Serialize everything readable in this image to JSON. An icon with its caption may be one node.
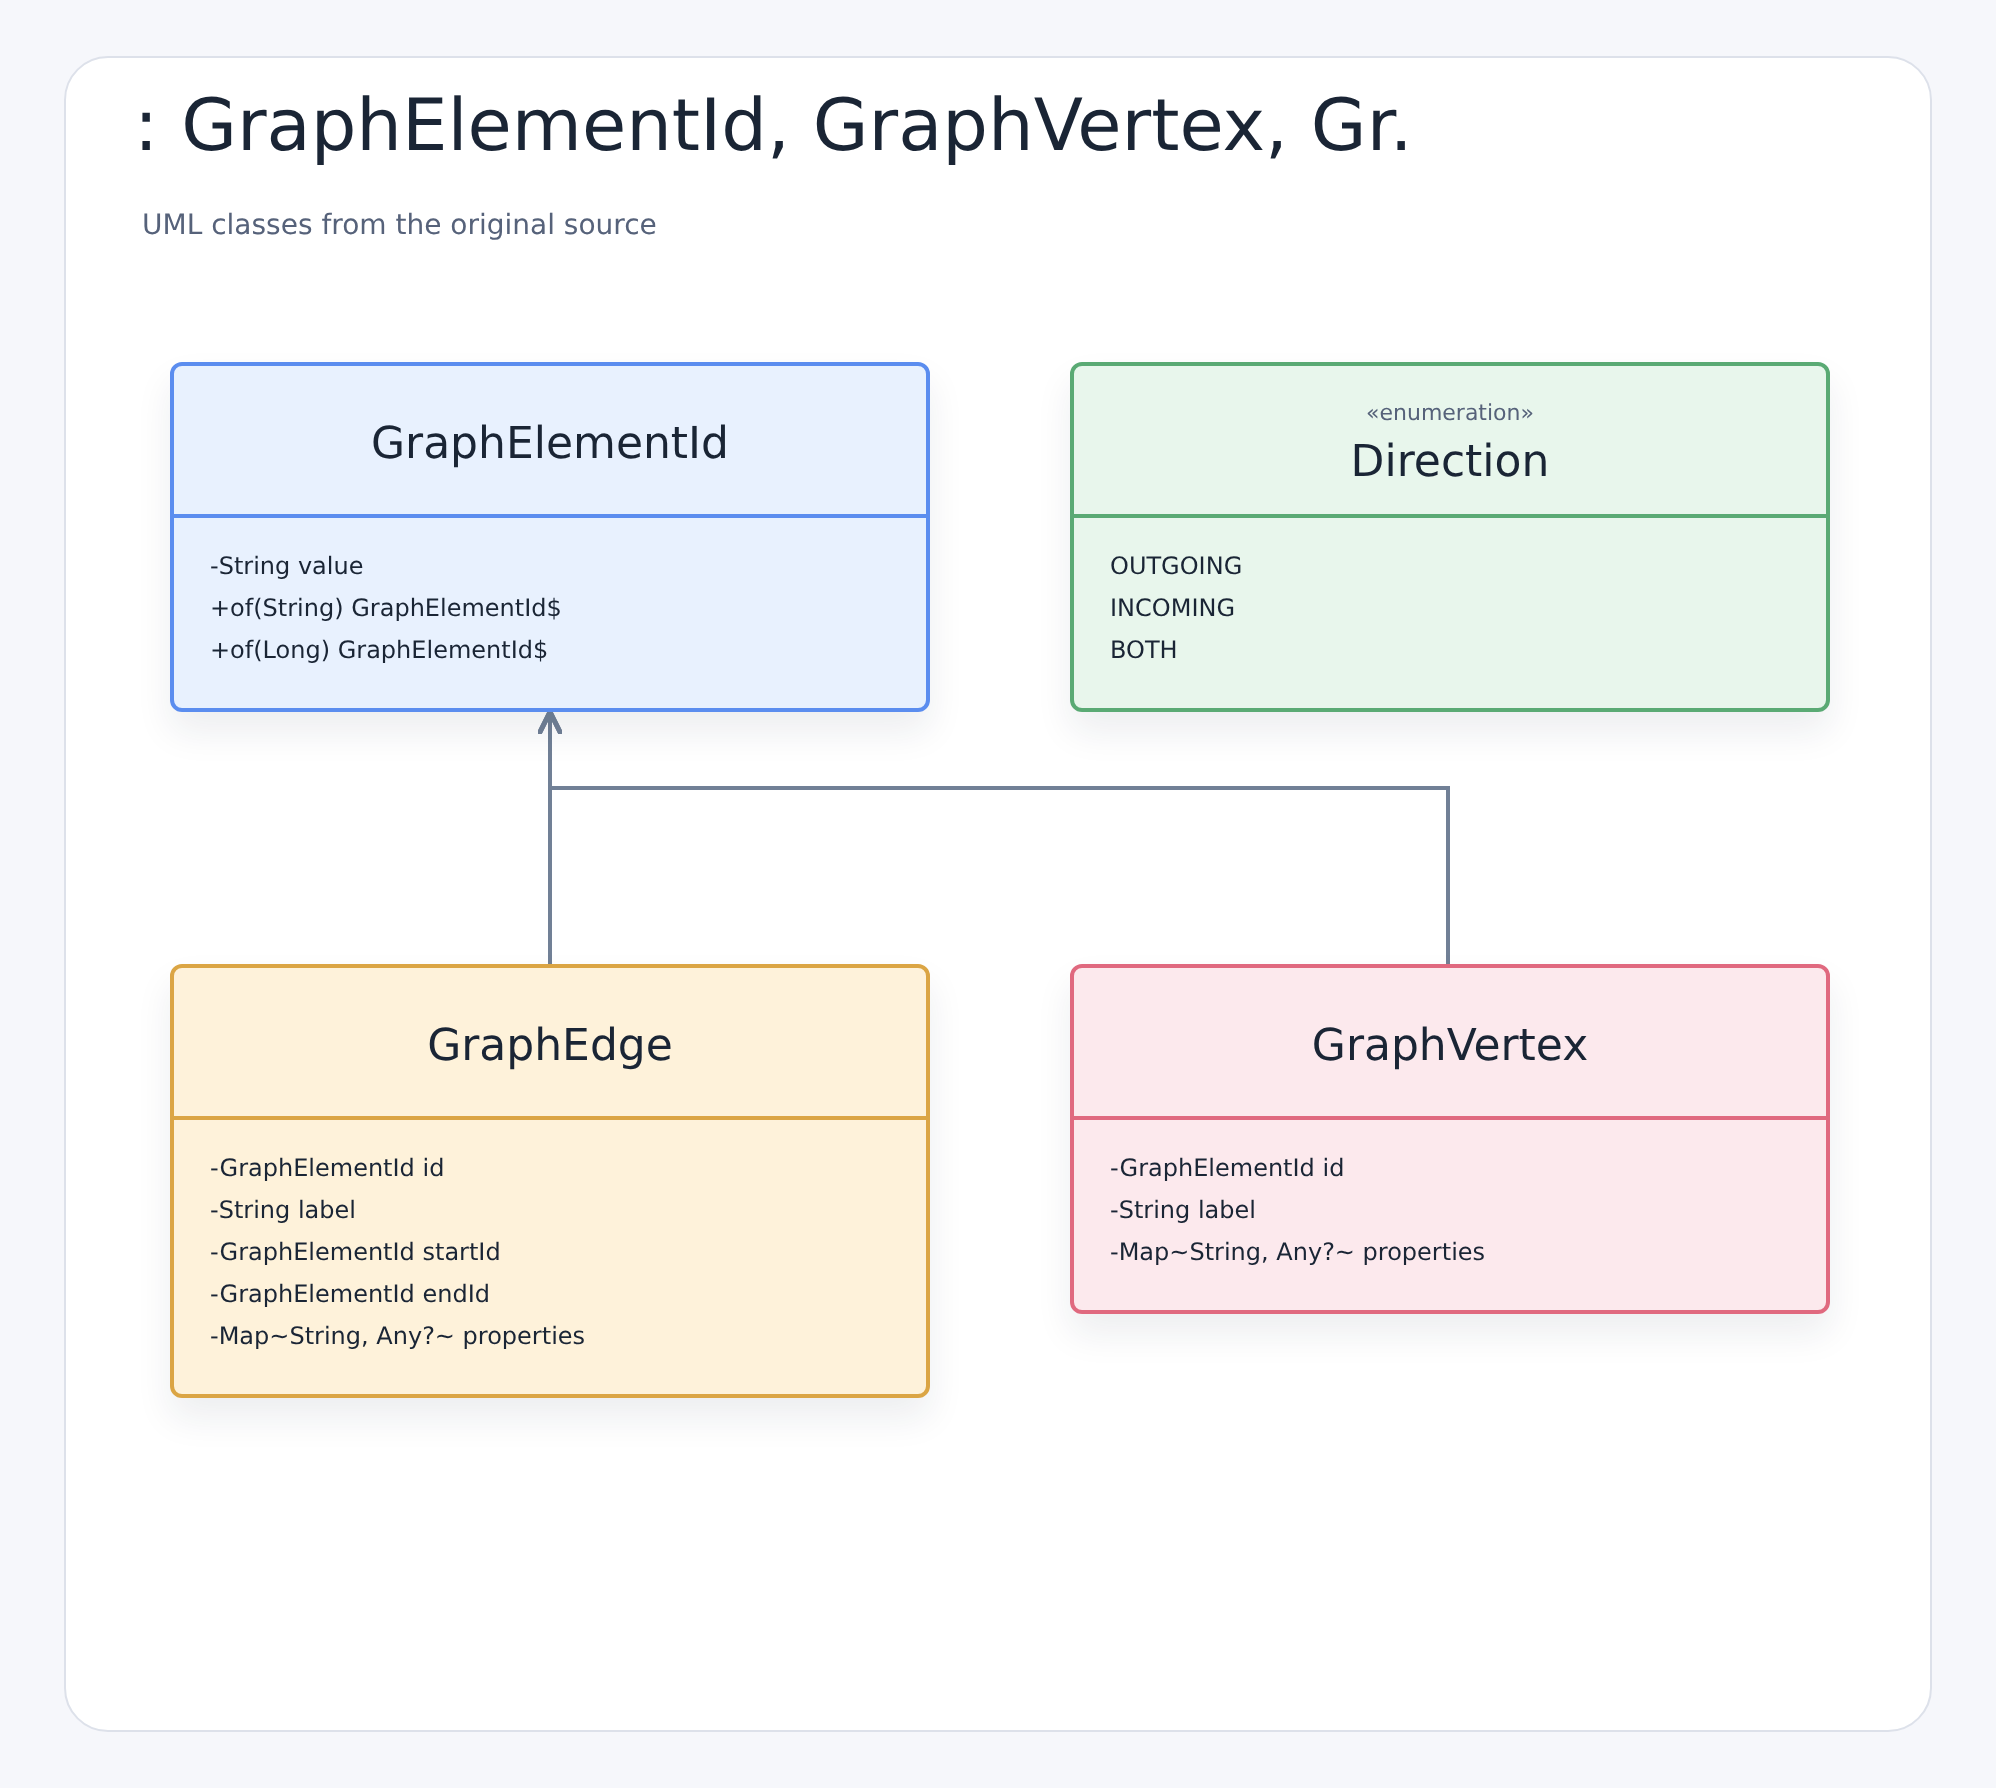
{
  "diagram": {
    "title": ": GraphElementId, GraphVertex, Gr.",
    "nodes": [
      {
        "text": [
          "GraphElementId",
          "-String value",
          "+of(String) GraphElementId$",
          "+of(Long) GraphElementId$"
        ]
      },
      {
        "text": [
          "«enumeration»",
          "Direction",
          "OUTGOING",
          "INCOMING",
          "BOTH"
        ]
      },
      {
        "text": [
          "GraphEdge",
          "-GraphElementId id",
          "-String label",
          "-GraphElementId startId",
          "-GraphElementId endId",
          "-Map~String, Any?~ properties"
        ]
      },
      {
        "text": [
          "GraphVertex",
          "-GraphElementId id",
          "-String label",
          "-Map~String, Any?~ properties"
        ]
      }
    ],
    "edges": [
      {
        "from": 2,
        "to": 0,
        "arrow": "to"
      },
      {
        "from": 3,
        "to": 0,
        "arrow": "to"
      }
    ],
    "labels": [
      "UML classes from the original source"
    ]
  }
}
